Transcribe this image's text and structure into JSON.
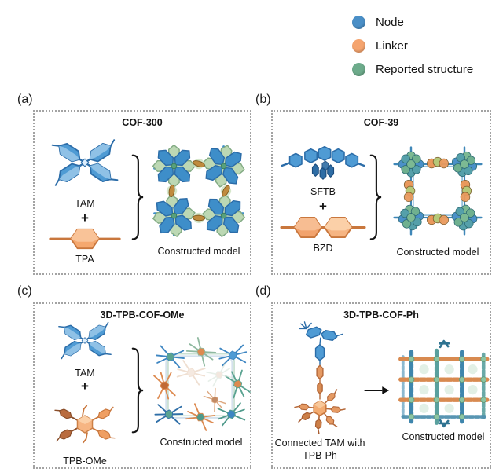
{
  "legend": {
    "items": [
      {
        "name": "node",
        "label": "Node",
        "color": "#4a8fc7"
      },
      {
        "name": "linker",
        "label": "Linker",
        "color": "#f5a46e"
      },
      {
        "name": "reported_structure",
        "label": "Reported structure",
        "color": "#6dab8b"
      }
    ]
  },
  "panels": [
    {
      "tag": "(a)",
      "title": "COF-300",
      "node_label": "TAM",
      "plus": "+",
      "linker_label": "TPA",
      "model_label": "Constructed model"
    },
    {
      "tag": "(b)",
      "title": "COF-39",
      "node_label": "SFTB",
      "plus": "+",
      "linker_label": "BZD",
      "model_label": "Constructed model"
    },
    {
      "tag": "(c)",
      "title": "3D-TPB-COF-OMe",
      "node_label": "TAM",
      "plus": "+",
      "linker_label": "TPB-OMe",
      "model_label": "Constructed model"
    },
    {
      "tag": "(d)",
      "title": "3D-TPB-COF-Ph",
      "reactant_label": "Connected TAM with TPB-Ph",
      "model_label": "Constructed model"
    }
  ]
}
